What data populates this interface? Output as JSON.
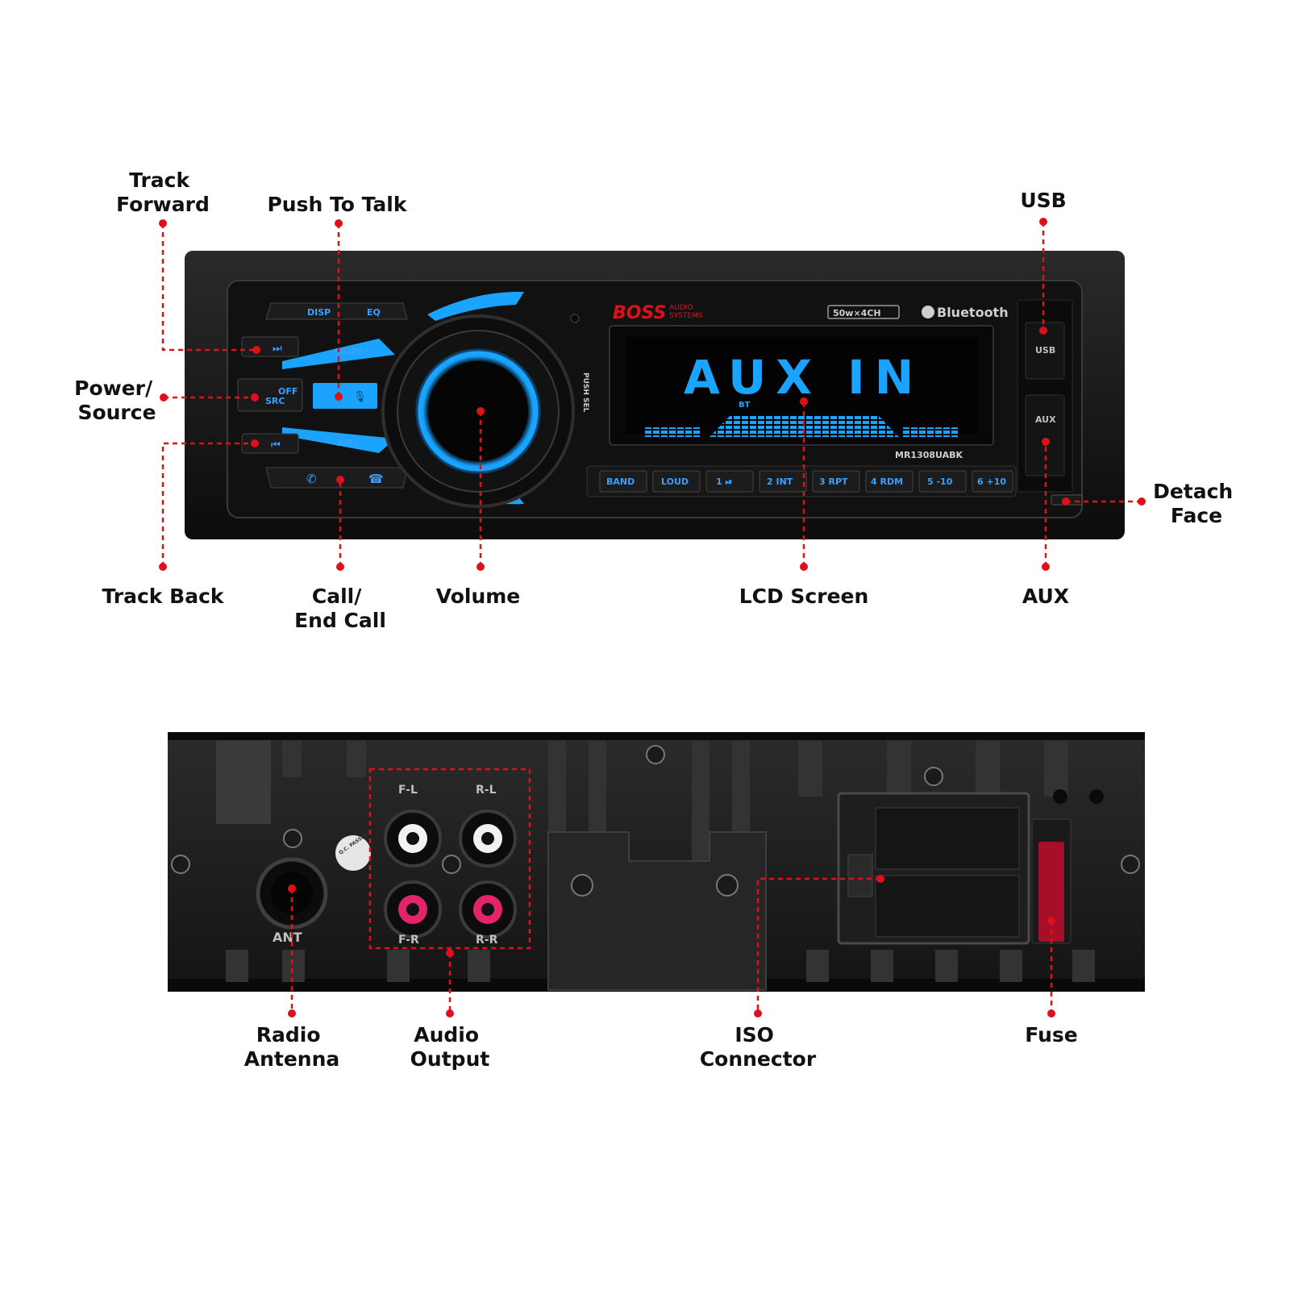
{
  "callouts": {
    "track_forward": [
      "Track",
      "Forward"
    ],
    "push_to_talk": "Push To Talk",
    "usb": "USB",
    "power_source": [
      "Power/",
      "Source"
    ],
    "detach_face": [
      "Detach",
      "Face"
    ],
    "track_back": "Track Back",
    "call_end_call": [
      "Call/",
      "End Call"
    ],
    "volume": "Volume",
    "lcd_screen": "LCD Screen",
    "aux": "AUX",
    "radio_antenna": [
      "Radio",
      "Antenna"
    ],
    "audio_output": [
      "Audio",
      "Output"
    ],
    "iso_connector": [
      "ISO",
      "Connector"
    ],
    "fuse": "Fuse"
  },
  "faceplate": {
    "brand": "BOSS",
    "brand_sub": [
      "AUDIO",
      "SYSTEMS"
    ],
    "power_badge": "50w×4CH",
    "bluetooth": "Bluetooth",
    "display_text": "AUX IN",
    "display_bt": "BT",
    "model": "MR1308UABK",
    "push_sel": "PUSH SEL",
    "port_usb": "USB",
    "port_aux": "AUX",
    "keys": {
      "disp": "DISP",
      "eq": "EQ",
      "mute": "MUTE",
      "off": "OFF",
      "src": "SRC",
      "ams": "AMS"
    },
    "preset_buttons": [
      "BAND",
      "LOUD",
      "1 ⏯",
      "2 INT",
      "3 RPT",
      "4 RDM",
      "5 -10",
      "6 +10"
    ]
  },
  "rear": {
    "ant": "ANT",
    "rca": [
      "F-L",
      "R-L",
      "F-R",
      "R-R"
    ],
    "sticker": "Q.C. PASSED"
  },
  "colors": {
    "accent_blue": "#1aa3ff",
    "callout_red": "#e0101a"
  }
}
